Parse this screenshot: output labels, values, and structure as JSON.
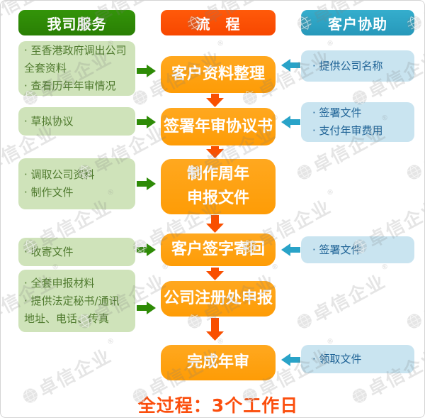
{
  "headers": {
    "our_services": "我司服务",
    "process": "流　程",
    "customer_assist": "客户协助"
  },
  "steps": [
    {
      "lines": [
        "客户资料整理"
      ]
    },
    {
      "lines": [
        "签署年审协议书"
      ]
    },
    {
      "lines": [
        "制作周年",
        "申报文件"
      ]
    },
    {
      "lines": [
        "客户签字寄回"
      ]
    },
    {
      "lines": [
        "公司注册处申报"
      ]
    },
    {
      "lines": [
        "完成年审"
      ]
    }
  ],
  "our_service_notes": [
    {
      "lines": [
        "· 至香港政府调出公司",
        "全套资料",
        "· 查看历年年审情况"
      ]
    },
    {
      "lines": [
        "· 草拟协议"
      ]
    },
    {
      "lines": [
        "· 调取公司资料",
        "· 制作文件"
      ]
    },
    {
      "lines": [
        "· 收寄文件"
      ]
    },
    {
      "lines": [
        "· 全套申报材料",
        "· 提供法定秘书/通讯",
        "地址、电话、传真"
      ]
    }
  ],
  "customer_notes": [
    {
      "lines": [
        "· 提供公司名称"
      ]
    },
    {
      "lines": [
        "· 签署文件",
        "· 支付年审费用"
      ]
    },
    {
      "lines": [
        "· 签署文件"
      ]
    },
    {
      "lines": [
        "· 领取文件"
      ]
    }
  ],
  "footer": {
    "text": "全过程：3个工作日"
  },
  "watermark": {
    "text": "卓信企业",
    "reg": "®"
  },
  "colors": {
    "header_green": "#2e8b06",
    "header_orange": "#fb4e00",
    "header_teal": "#2ea6c6",
    "step_orange": "#ffa113",
    "note_green_bg": "#cfe3ba",
    "note_green_text": "#4f7a2e",
    "note_blue_bg": "#c9e4f0",
    "note_blue_text": "#1f6396",
    "arrow_green": "#2e8b06",
    "arrow_teal": "#29a3c8",
    "arrow_down_orange": "#f94f00",
    "footer_text": "#fb4e0d",
    "watermark_gray": "#7d7d7d"
  }
}
